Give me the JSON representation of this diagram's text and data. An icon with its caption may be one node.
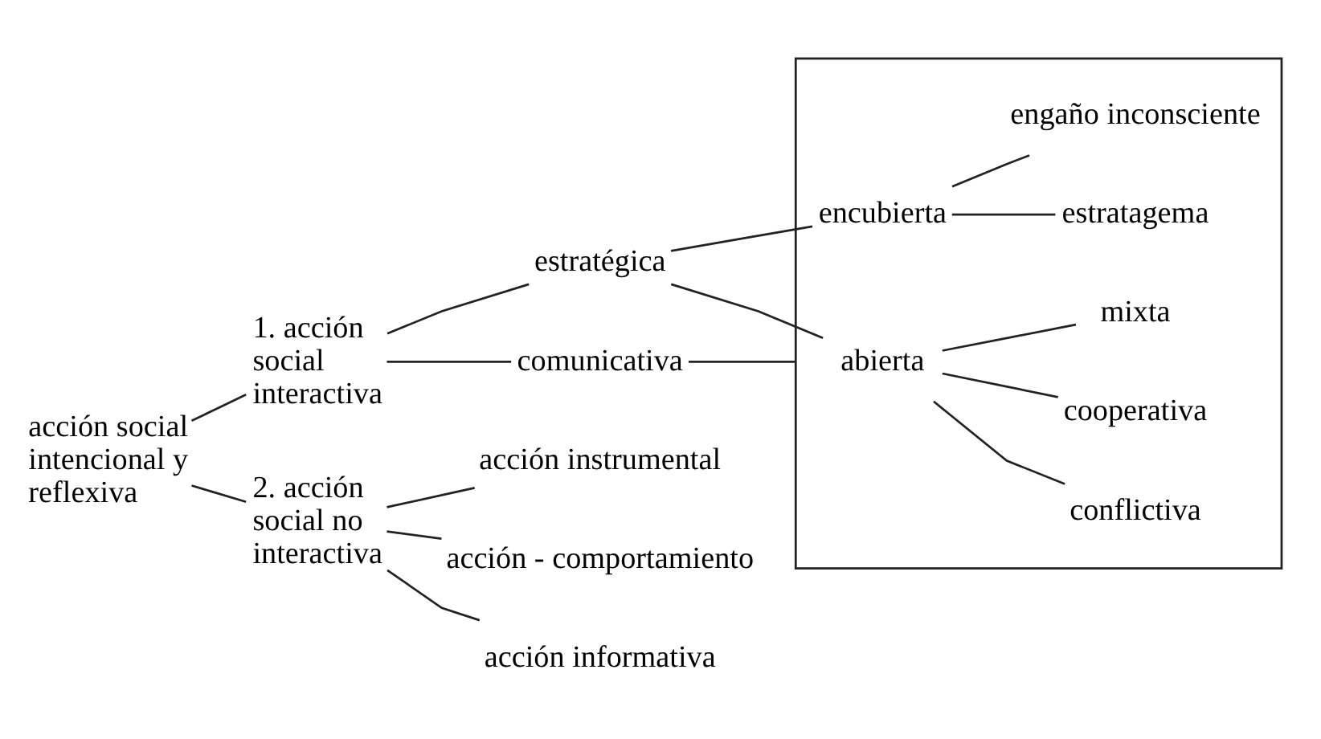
{
  "diagram": {
    "nodes": [
      {
        "text": [
          "acción social intencional y reflexiva"
        ]
      },
      {
        "text": [
          "1. acción social interactiva"
        ]
      },
      {
        "text": [
          "estratégica"
        ]
      },
      {
        "text": [],
        "shape": "box"
      },
      {
        "text": [
          "abierta"
        ],
        "in": 3
      },
      {
        "text": [
          "conflictiva"
        ],
        "in": 3
      },
      {
        "text": [
          "cooperativa"
        ],
        "in": 3
      },
      {
        "text": [
          "mixta"
        ],
        "in": 3
      },
      {
        "text": [
          "encubierta"
        ],
        "in": 3
      },
      {
        "text": [
          "estratagema"
        ],
        "in": 3
      },
      {
        "text": [
          "engaño inconsciente"
        ],
        "in": 3
      },
      {
        "text": [
          "comunicativa"
        ]
      },
      {
        "text": [
          "2. acción social no interactiva"
        ]
      },
      {
        "text": [
          "acción instrumental"
        ]
      },
      {
        "text": [
          "acción - comportamiento"
        ]
      },
      {
        "text": [
          "acción informativa"
        ]
      }
    ],
    "edges": [
      {
        "from": 0,
        "to": 1,
        "arrow": "none"
      },
      {
        "from": 0,
        "to": 12,
        "arrow": "none"
      },
      {
        "from": 1,
        "to": 2,
        "arrow": "none"
      },
      {
        "from": 1,
        "to": 11,
        "arrow": "none"
      },
      {
        "from": 2,
        "to": 4,
        "arrow": "none"
      },
      {
        "from": 2,
        "to": 8,
        "arrow": "none"
      },
      {
        "from": 4,
        "to": 5,
        "arrow": "none"
      },
      {
        "from": 4,
        "to": 6,
        "arrow": "none"
      },
      {
        "from": 4,
        "to": 7,
        "arrow": "none"
      },
      {
        "from": 8,
        "to": 9,
        "arrow": "none"
      },
      {
        "from": 8,
        "to": 10,
        "arrow": "none"
      },
      {
        "from": 11,
        "to": 3,
        "arrow": "none"
      },
      {
        "from": 12,
        "to": 13,
        "arrow": "none"
      },
      {
        "from": 12,
        "to": 14,
        "arrow": "none"
      },
      {
        "from": 12,
        "to": 15,
        "arrow": "none"
      }
    ]
  }
}
